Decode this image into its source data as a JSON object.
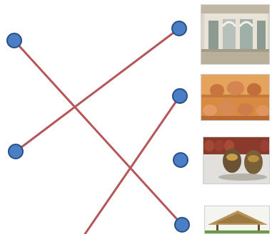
{
  "colors": {
    "line": "#b5575a",
    "dot_fill": "#4a7ec5",
    "dot_stroke": "#2a4f86"
  },
  "left_dots": [
    {
      "id": "L1",
      "name": "left-dot-1"
    },
    {
      "id": "L2",
      "name": "left-dot-2"
    }
  ],
  "right_dots": [
    {
      "id": "R1",
      "name": "right-dot-1"
    },
    {
      "id": "R2",
      "name": "right-dot-2"
    },
    {
      "id": "R3",
      "name": "right-dot-3"
    },
    {
      "id": "R4",
      "name": "right-dot-4"
    }
  ],
  "connections": [
    {
      "from": "L1",
      "to": "R4"
    },
    {
      "from": "L2",
      "to": "R1"
    },
    {
      "from": "bottom-edge",
      "to": "R2"
    }
  ],
  "thumbnails": [
    {
      "name": "ornate-pavilion-photo",
      "subject": "ornate-pavilion"
    },
    {
      "name": "clay-pottery-photo",
      "subject": "clay-pottery"
    },
    {
      "name": "glazed-jars-photo",
      "subject": "glazed-jars"
    },
    {
      "name": "thatched-hut-photo",
      "subject": "thatched-hut"
    }
  ]
}
